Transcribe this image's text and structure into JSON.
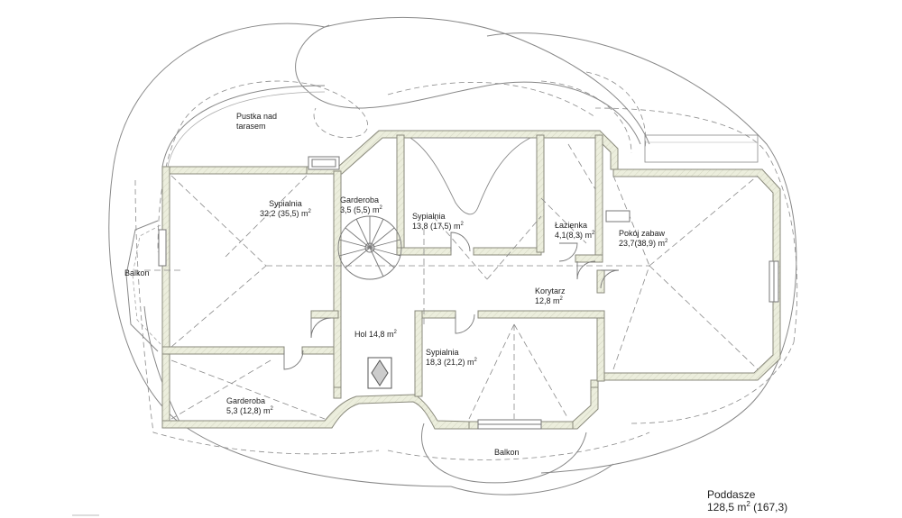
{
  "summary": {
    "level": "Poddasze",
    "area_main": "128,5 m",
    "area_sup": "2",
    "area_total": " (167,3)"
  },
  "labels": {
    "void": {
      "line1": "Pustka nad",
      "line2": "tarasem"
    },
    "bed1": {
      "name": "Sypialnia",
      "area": "32,2 (35,5) m",
      "sup": "2"
    },
    "wardrobe1": {
      "name": "Garderoba",
      "area": "3,5 (5,5) m",
      "sup": "2"
    },
    "bed2": {
      "name": "Sypialnia",
      "area": "13,8 (17,5) m",
      "sup": "2"
    },
    "bath": {
      "name": "Łazienka",
      "area": "4,1(8,3) m",
      "sup": "2"
    },
    "play": {
      "name": "Pokój zabaw",
      "area": "23,7(38,9) m",
      "sup": "2"
    },
    "balcony_left": {
      "name": "Balkon"
    },
    "corridor": {
      "name": "Korytarz",
      "area": "12,8 m",
      "sup": "2"
    },
    "hall": {
      "area": "Hol 14,8 m",
      "sup": "2"
    },
    "bed3": {
      "name": "Sypialnia",
      "area": "18,3 (21,2) m",
      "sup": "2"
    },
    "wardrobe2": {
      "name": "Garderoba",
      "area": "5,3 (12,8) m",
      "sup": "2"
    },
    "balcony_bottom": {
      "name": "Balkon"
    }
  },
  "colors": {
    "wall_fill": "#eceedd",
    "wall_stroke": "#8a8a7c",
    "line": "#777777",
    "dash": "#8a8a8a"
  }
}
